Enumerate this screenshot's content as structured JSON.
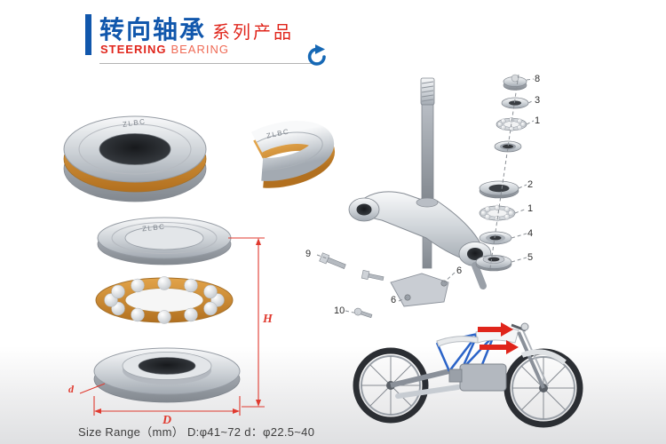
{
  "header": {
    "title_zh": "转向轴承",
    "subtitle_zh": "系列产品",
    "title_en_primary": "STEERING",
    "title_en_secondary": "BEARING"
  },
  "branding": {
    "bearing_marking": "ZLBC"
  },
  "diagram": {
    "dimension_labels": {
      "height": "H",
      "outer": "D",
      "inner": "d"
    },
    "part_numbers": [
      "8",
      "3",
      "1",
      "2",
      "1",
      "4",
      "5",
      "9",
      "10",
      "6",
      "6"
    ]
  },
  "footer": {
    "size_range": "Size Range（mm） D:φ41~72  d：φ22.5~40"
  },
  "colors": {
    "brand_blue": "#1157ac",
    "brand_red": "#e0251b",
    "dimension_red": "#e03a2f",
    "cage_orange": "#cf8a33",
    "frame_blue": "#2a63c8"
  }
}
